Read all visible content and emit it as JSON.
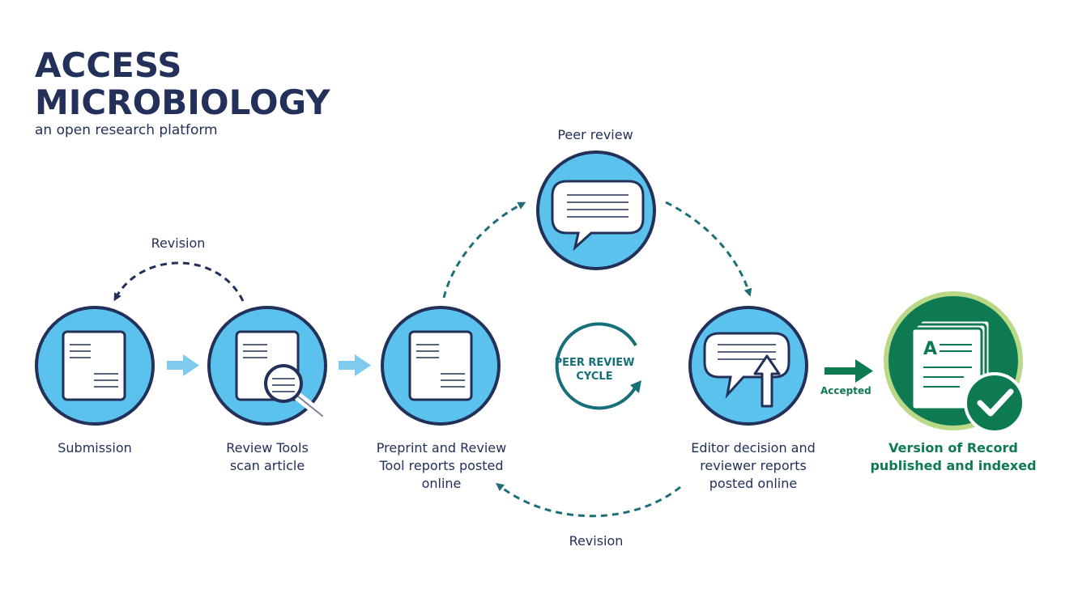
{
  "brand": {
    "line1": "ACCESS",
    "line2": "MICROBIOLOGY",
    "tagline": "an open research platform"
  },
  "labels": {
    "revision_top": "Revision",
    "peer_review": "Peer review",
    "submission": "Submission",
    "review_tools": [
      "Review Tools",
      "scan article"
    ],
    "preprint": [
      "Preprint and Review",
      "Tool reports posted",
      "online"
    ],
    "editor": [
      "Editor decision and",
      "reviewer reports",
      "posted online"
    ],
    "version": [
      "Version of Record",
      "published and indexed"
    ],
    "accepted": "Accepted",
    "revision_bottom": "Revision",
    "cycle": [
      "PEER REVIEW",
      "CYCLE"
    ],
    "doc_letter": "A"
  },
  "colors": {
    "navy": "#22305a",
    "circle_fill": "#5bc2ee",
    "light_arrow": "#7fcbef",
    "teal_dash": "#1e6e78",
    "green": "#0e7a52",
    "green_ring": "#b9d989"
  },
  "icons": [
    "document-icon",
    "magnifier-icon",
    "speech-bubble-icon",
    "upload-arrow-icon",
    "published-document-icon",
    "checkmark-icon",
    "cycle-arrow-icon"
  ]
}
